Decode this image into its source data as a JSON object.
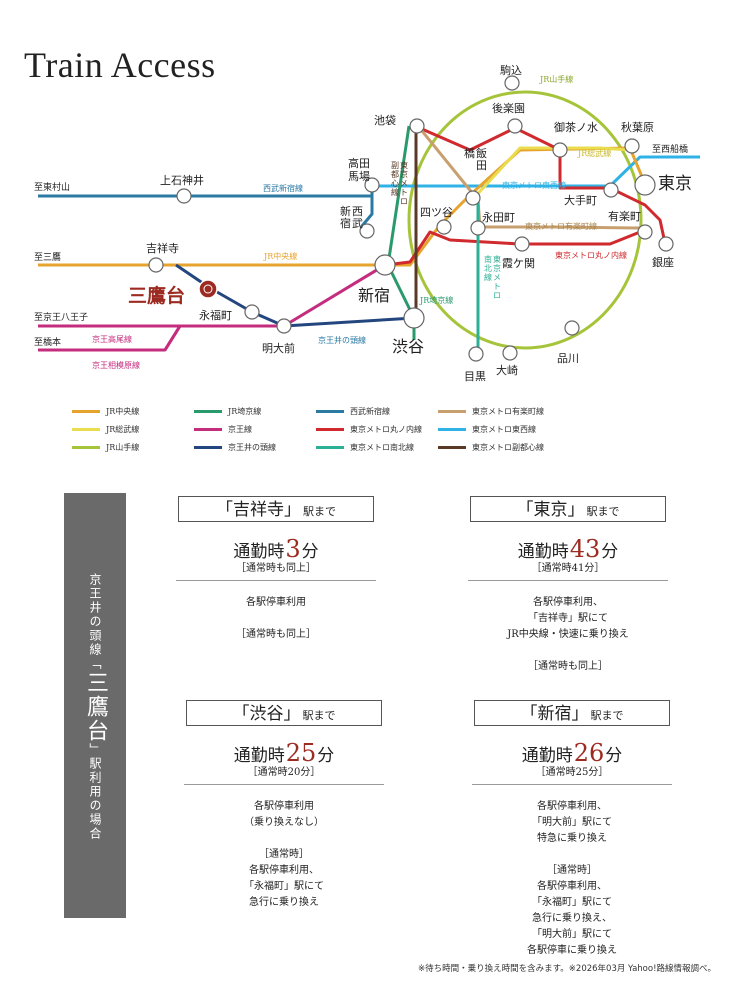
{
  "title": "Train Access",
  "colors": {
    "chuo": "#e6a32e",
    "sobu": "#e9dc4e",
    "yamanote": "#a6c43a",
    "saikyo": "#2a9a6c",
    "keio": "#c42d7e",
    "inokashira": "#24467f",
    "seibu": "#2a7aa4",
    "marunouchi": "#d02a2f",
    "namboku": "#2bb096",
    "yurakucho": "#c8a070",
    "tozai": "#2fb2e6",
    "fukutoshin": "#5a3a26",
    "station": "#9c2b22",
    "panel": "#6b6a6b"
  },
  "map": {
    "stations": {
      "komagome": "駒込",
      "ikebukuro": "池袋",
      "korakuen": "後楽園",
      "ochanomizu": "御茶ノ水",
      "akihabara": "秋葉原",
      "takadanobaba": "高田\n馬場",
      "iidabashi": "飯田\n橋",
      "tokyo": "東京",
      "otemachi": "大手町",
      "seibushinjuku": "西武\n新宿",
      "yotsuya": "四ツ谷",
      "nagatacho": "永田町",
      "yurakucho": "有楽町",
      "ginza": "銀座",
      "kasumigaseki": "霞ケ関",
      "shinjuku": "新宿",
      "shibuya": "渋谷",
      "meguro": "目黒",
      "osaki": "大崎",
      "shinagawa": "品川",
      "kamishakujii": "上石神井",
      "kichijoji": "吉祥寺",
      "mitakadai": "三鷹台",
      "eifukucho": "永福町",
      "meidaimae": "明大前"
    },
    "lines": {
      "yamanote": "JR山手線",
      "sobu": "JR総武線",
      "tozai": "東京メトロ東西線",
      "seibu": "西武新宿線",
      "yurakucho": "東京メトロ有楽町線",
      "chuo": "JR中央線",
      "marunouchi": "東京メトロ丸ノ内線",
      "fukutoshin": "東京メトロ\n副都心線",
      "namboku": "東京メトロ\n南北線",
      "saikyo": "JR埼京線",
      "keio": "京王線",
      "takao": "京王高尾線",
      "sagamihara": "京王相模原線",
      "inokashira": "京王井の頭線"
    },
    "directions": {
      "higashimurayama": "至東村山",
      "mitaka": "至三鷹",
      "keiohachioji": "至京王八王子",
      "hashimoto": "至橋本",
      "nishifunabashi": "至西船橋"
    }
  },
  "legend": [
    {
      "label": "JR中央線",
      "color": "#e6a32e"
    },
    {
      "label": "JR総武線",
      "color": "#e9dc4e"
    },
    {
      "label": "JR山手線",
      "color": "#a6c43a"
    },
    {
      "label": "JR埼京線",
      "color": "#2a9a6c"
    },
    {
      "label": "京王線",
      "color": "#c42d7e"
    },
    {
      "label": "京王井の頭線",
      "color": "#24467f"
    },
    {
      "label": "西武新宿線",
      "color": "#2a7aa4"
    },
    {
      "label": "東京メトロ丸ノ内線",
      "color": "#d02a2f"
    },
    {
      "label": "東京メトロ南北線",
      "color": "#2bb096"
    },
    {
      "label": "東京メトロ有楽町線",
      "color": "#c8a070"
    },
    {
      "label": "東京メトロ東西線",
      "color": "#2fb2e6"
    },
    {
      "label": "東京メトロ副都心線",
      "color": "#5a3a26"
    }
  ],
  "side_label": {
    "pre": "京王井の頭線",
    "open": "「",
    "station": "三鷹台",
    "close": "」",
    "post": "駅利用の場合"
  },
  "cards": [
    {
      "dest": "「吉祥寺」",
      "suffix": "駅まで",
      "time_label": "通勤時",
      "minutes": "3",
      "unit": "分",
      "normal": "［通常時も同上］",
      "details": [
        "各駅停車利用",
        "",
        "［通常時も同上］"
      ]
    },
    {
      "dest": "「東京」",
      "suffix": "駅まで",
      "time_label": "通勤時",
      "minutes": "43",
      "unit": "分",
      "normal": "［通常時41分］",
      "details": [
        "各駅停車利用、",
        "「吉祥寺」駅にて",
        "JR中央線・快速に乗り換え",
        "",
        "［通常時も同上］"
      ]
    },
    {
      "dest": "「渋谷」",
      "suffix": "駅まで",
      "time_label": "通勤時",
      "minutes": "25",
      "unit": "分",
      "normal": "［通常時20分］",
      "details": [
        "各駅停車利用",
        "（乗り換えなし）",
        "",
        "［通常時］",
        "各駅停車利用、",
        "「永福町」駅にて",
        "急行に乗り換え"
      ]
    },
    {
      "dest": "「新宿」",
      "suffix": "駅まで",
      "time_label": "通勤時",
      "minutes": "26",
      "unit": "分",
      "normal": "［通常時25分］",
      "details": [
        "各駅停車利用、",
        "「明大前」駅にて",
        "特急に乗り換え",
        "",
        "［通常時］",
        "各駅停車利用、",
        "「永福町」駅にて",
        "急行に乗り換え、",
        "「明大前」駅にて",
        "各駅停車に乗り換え"
      ]
    }
  ],
  "footnote": "※待ち時間・乗り換え時間を含みます。※2026年03月 Yahoo!路線情報調べ。"
}
